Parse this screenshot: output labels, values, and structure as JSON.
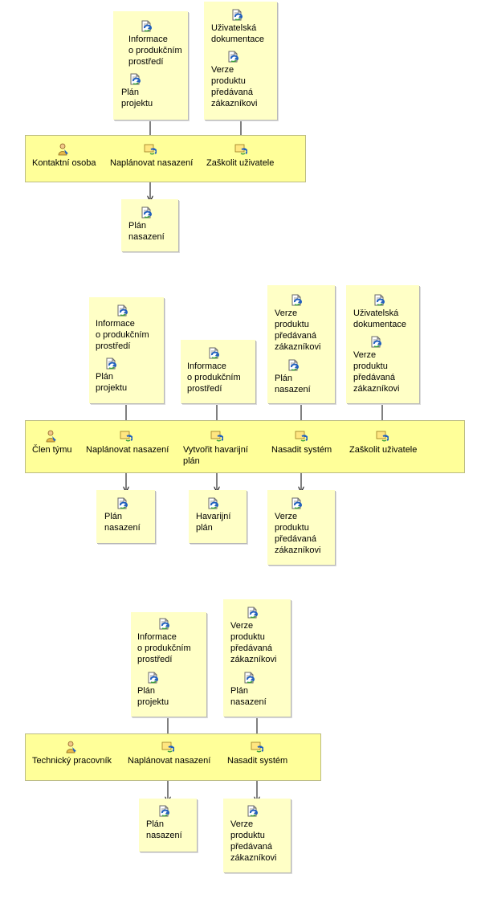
{
  "diagram1": {
    "inputs_a": [
      "Informace\no produkčním\nprostředí",
      "Plán\nprojektu"
    ],
    "inputs_b": [
      "Uživatelská\ndokumentace",
      "Verze\nproduktu\npředávaná\nzákazníkovi"
    ],
    "role": "Kontaktní osoba",
    "tasks": [
      "Naplánovat nasazení",
      "Zaškolit uživatele"
    ],
    "outputs": [
      "Plán\nnasazení"
    ]
  },
  "diagram2": {
    "inputs_a": [
      "Informace\no produkčním\nprostředí",
      "Plán\nprojektu"
    ],
    "inputs_b": [
      "Informace\no produkčním\nprostředí"
    ],
    "inputs_c": [
      "Verze\nproduktu\npředávaná\nzákazníkovi",
      "Plán\nnasazení"
    ],
    "inputs_d": [
      "Uživatelská\ndokumentace",
      "Verze\nproduktu\npředávaná\nzákazníkovi"
    ],
    "role": "Člen týmu",
    "tasks": [
      "Naplánovat nasazení",
      "Vytvořit havarijní\nplán",
      "Nasadit systém",
      "Zaškolit uživatele"
    ],
    "outputs": [
      "Plán\nnasazení",
      "Havarijní\nplán",
      "Verze\nproduktu\npředávaná\nzákazníkovi"
    ]
  },
  "diagram3": {
    "inputs_a": [
      "Informace\no produkčním\nprostředí",
      "Plán\nprojektu"
    ],
    "inputs_b": [
      "Verze\nproduktu\npředávaná\nzákazníkovi",
      "Plán\nnasazení"
    ],
    "role": "Technický pracovník",
    "tasks": [
      "Naplánovat nasazení",
      "Nasadit systém"
    ],
    "outputs": [
      "Plán\nnasazení",
      "Verze\nproduktu\npředávaná\nzákazníkovi"
    ]
  },
  "icons": {
    "artifact": "artifact-document-icon",
    "role": "role-person-icon",
    "task": "task-activity-icon"
  },
  "colors": {
    "box_fill": "#ffffc6",
    "band_fill": "#ffff99",
    "icon_blue": "#1f5fbf"
  }
}
